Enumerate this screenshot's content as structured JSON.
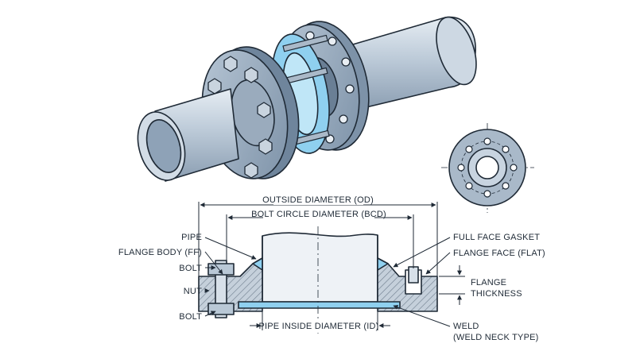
{
  "colors": {
    "pipe": "#b9c8d6",
    "pipe_dark": "#7f93a8",
    "pipe_light": "#e3eaf1",
    "flange": "#9fb1c3",
    "flange_dark": "#5d7288",
    "gasket": "#8fd0ef",
    "outline": "#1f2a36",
    "hatch": "#6b7a8a"
  },
  "section_labels": {
    "od": "OUTSIDE DIAMETER (OD)",
    "bcd": "BOLT CIRCLE DIAMETER (BCD)",
    "id": "PIPE INSIDE DIAMETER (ID)"
  },
  "left_labels": {
    "pipe": "PIPE",
    "flange_body": "FLANGE BODY (FF)",
    "bolt_top": "BOLT",
    "nut": "NUT",
    "bolt_bottom": "BOLT"
  },
  "right_labels": {
    "gasket": "FULL FACE GASKET",
    "flange_face": "FLANGE FACE (FLAT)",
    "thickness_1": "FLANGE",
    "thickness_2": "THICKNESS",
    "weld_1": "WELD",
    "weld_2": "(WELD NECK TYPE)"
  }
}
